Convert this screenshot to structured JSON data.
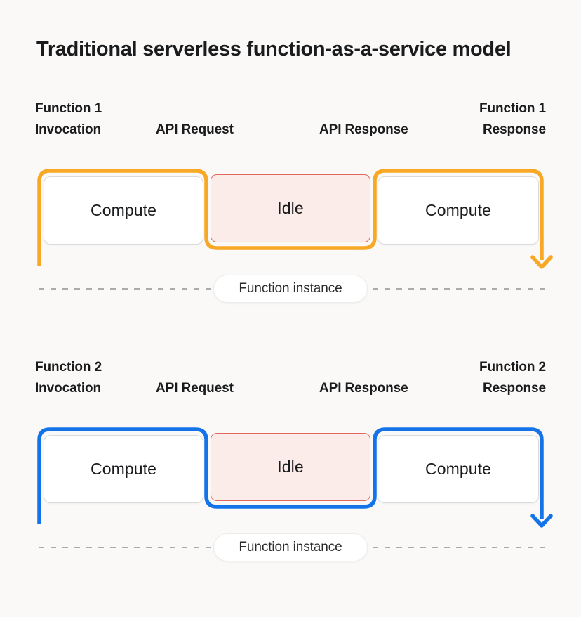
{
  "title": "Traditional serverless function-as-a-service model",
  "colors": {
    "background": "#FAF9F7",
    "text": "#1A1B1D",
    "pill_text": "#2B2B2B",
    "function1_accent": "#F8A825",
    "function2_accent": "#1473E8",
    "idle_fill": "#FCECE9",
    "idle_border": "#E0685C",
    "compute_border": "#DBDBDB",
    "dash": "#ABABAB"
  },
  "sections": [
    {
      "name": "Function 1",
      "accent": "#F8A825",
      "labels": {
        "invocation_line1": "Function 1",
        "invocation_line2": "Invocation",
        "api_request": "API Request",
        "api_response": "API Response",
        "response_line1": "Function 1",
        "response_line2": "Response"
      },
      "boxes": {
        "compute_left": "Compute",
        "idle": "Idle",
        "compute_right": "Compute"
      },
      "instance_label": "Function instance"
    },
    {
      "name": "Function 2",
      "accent": "#1473E8",
      "labels": {
        "invocation_line1": "Function 2",
        "invocation_line2": "Invocation",
        "api_request": "API Request",
        "api_response": "API Response",
        "response_line1": "Function 2",
        "response_line2": "Response"
      },
      "boxes": {
        "compute_left": "Compute",
        "idle": "Idle",
        "compute_right": "Compute"
      },
      "instance_label": "Function instance"
    }
  ]
}
